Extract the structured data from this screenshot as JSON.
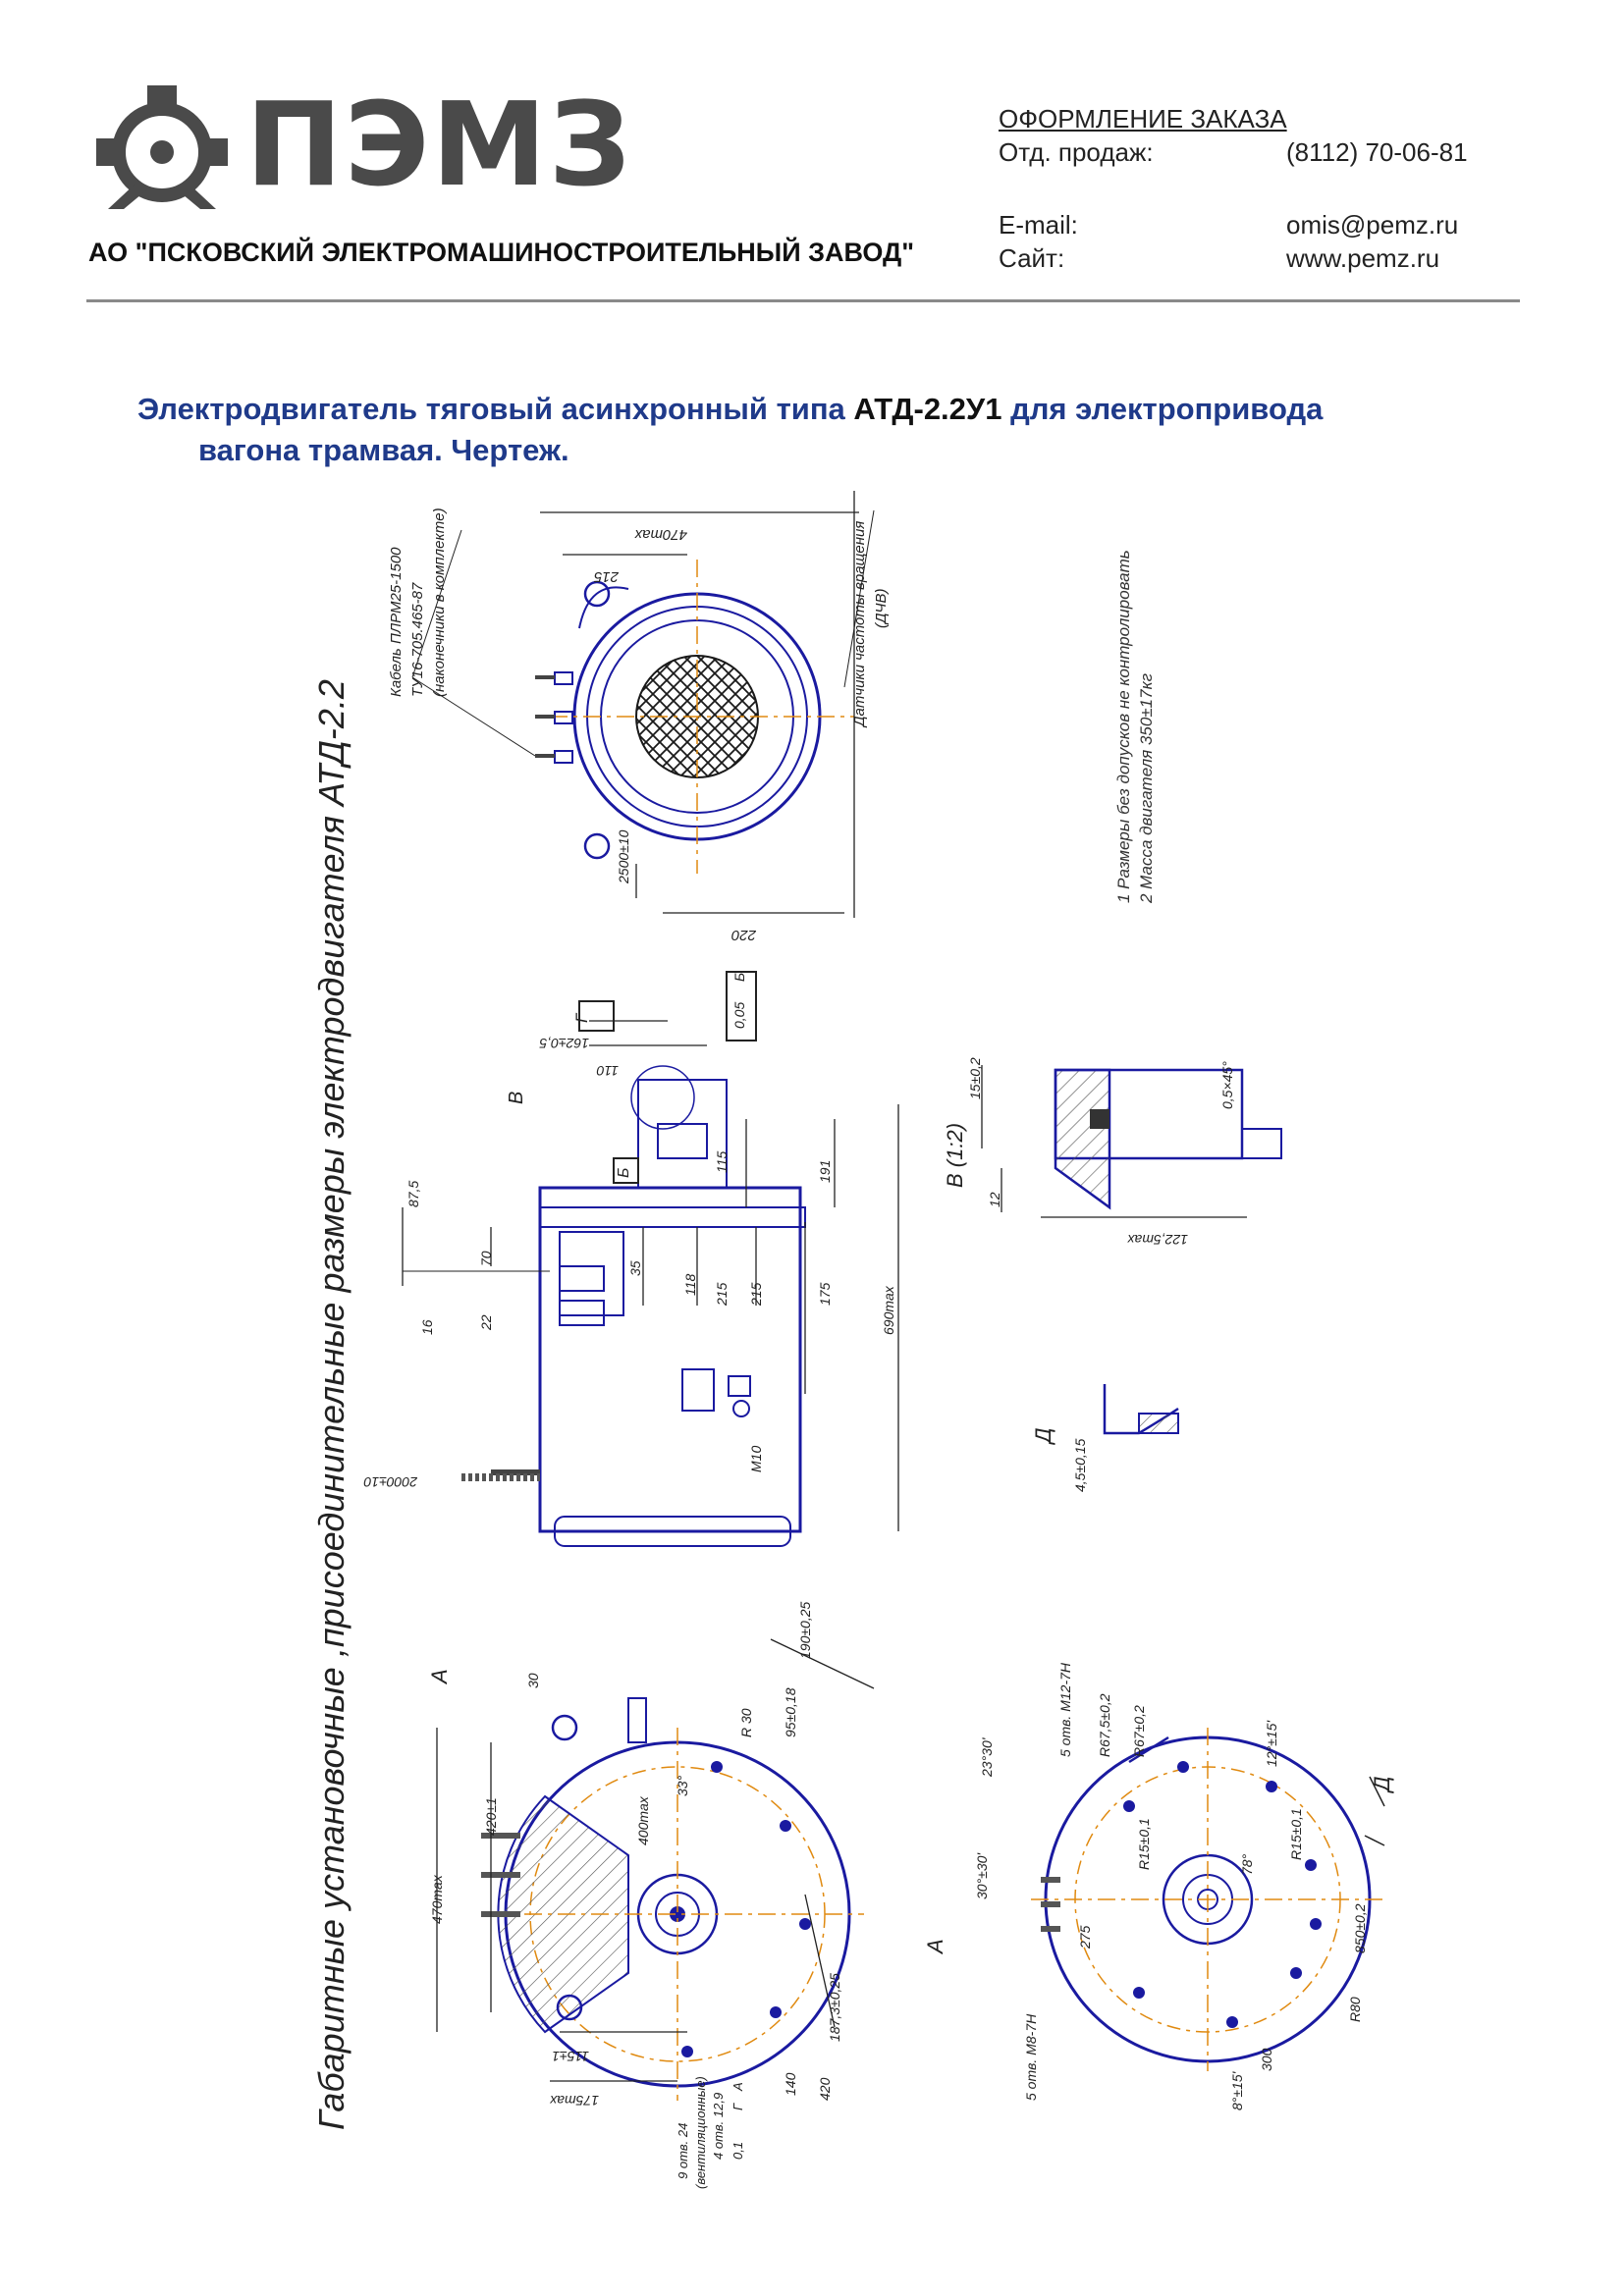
{
  "header": {
    "logo_text": "ПЭМЗ",
    "company_name": "АО \"ПСКОВСКИЙ ЭЛЕКТРОМАШИНОСТРОИТЕЛЬНЫЙ ЗАВОД\"",
    "order_title": "ОФОРМЛЕНИЕ ЗАКАЗА",
    "sales_label": "Отд. продаж:",
    "sales_phone": "(8112) 70-06-81",
    "email_label": "E-mail:",
    "email_value": "omis@pemz.ru",
    "site_label": "Сайт:",
    "site_value": "www.pemz.ru"
  },
  "title": {
    "part1": "Электродвигатель тяговый асинхронный типа ",
    "model": "АТД-2.2У1",
    "part2": " для электропривода",
    "line2": "вагона трамвая. Чертеж."
  },
  "drawing": {
    "caption": "Габаритные установочные ,присоединительные размеры электродвигателя АТД-2.2",
    "notes": [
      "1 Размеры без допусков не контролировать",
      "2 Масса двигателя 350±17кг"
    ],
    "labels_top": [
      "Кабель ПЛРМ25-1500",
      "ТУ16-705.465-87",
      "(наконечники в комплекте)",
      "Датчики частоты вращения",
      "(ДЧВ)"
    ],
    "dims_top": [
      "470max",
      "215",
      "2500±10",
      "220"
    ],
    "dims_side": [
      "Г",
      "Б",
      "В",
      "0,05",
      "Б",
      "162±0,5",
      "110",
      "87,5",
      "70",
      "16",
      "35",
      "118",
      "215",
      "215",
      "115",
      "191",
      "175",
      "690max",
      "22",
      "2000±10",
      "М10"
    ],
    "detail_labels": [
      "В (1:2)",
      "15±0,2",
      "12",
      "0,5×45°",
      "122,5max"
    ],
    "detail_d_labels": [
      "Д",
      "4,5±0,15"
    ],
    "view_a_left": [
      "А",
      "30",
      "420±1",
      "470max",
      "190±0,25",
      "95±0,18",
      "R 30",
      "33°",
      "400max",
      "187,3±0,25",
      "115±1",
      "175max",
      "420",
      "140",
      "9 отв. 24",
      "(вентиляционные)",
      "4 отв. 12,9",
      "0,1",
      "Г",
      "А"
    ],
    "view_a_right": [
      "А",
      "5 отв. М12-7Н",
      "R67,5±0,2",
      "R67±0,2",
      "12°±15'",
      "23°30'",
      "30°±30'",
      "R15±0,1",
      "R15±0,1",
      "78°",
      "275",
      "5 отв. М8-7Н",
      "8°±15'",
      "300",
      "850±0,2",
      "R80",
      "Д"
    ]
  }
}
